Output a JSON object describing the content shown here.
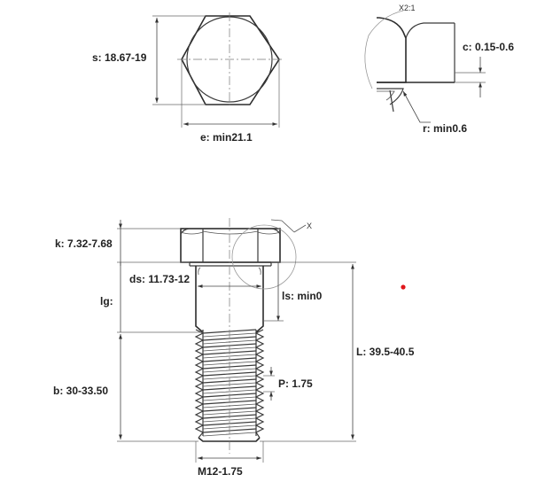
{
  "detail_scale": "X2:1",
  "detail_marker": "X",
  "dimensions": {
    "s": "s: 18.67-19",
    "e": "e: min21.1",
    "c": "c: 0.15-0.6",
    "r": "r: min0.6",
    "k": "k: 7.32-7.68",
    "ds": "ds: 11.73-12",
    "lg": "lg:",
    "ls": "ls: min0",
    "L": "L: 39.5-40.5",
    "P": "P: 1.75",
    "b": "b: 30-33.50",
    "M": "M12-1.75"
  },
  "colors": {
    "line": "#2c2c2c",
    "marker": "#e0161b"
  }
}
